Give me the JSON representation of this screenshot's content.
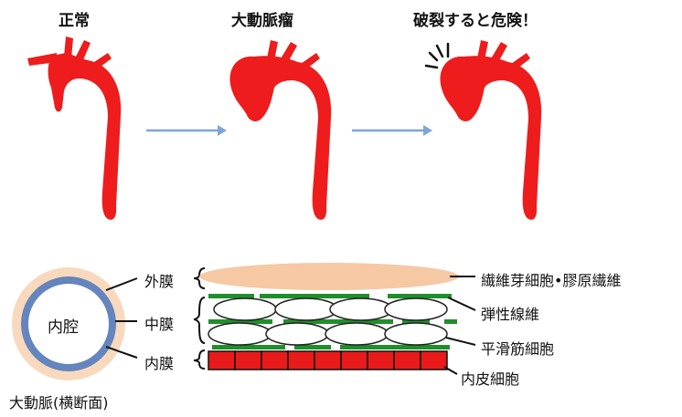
{
  "stages": [
    {
      "title": "正常"
    },
    {
      "title": "大動脈瘤"
    },
    {
      "title": "破裂すると危険！"
    }
  ],
  "cross_section": {
    "lumen_label": "内腔",
    "caption": "大動脈(横断面)"
  },
  "layers": {
    "outer": "外膜",
    "middle": "中膜",
    "inner": "内膜"
  },
  "components": {
    "fibroblast": "繊維芽細胞•膠原繊維",
    "elastic": "弾性線維",
    "smooth_muscle": "平滑筋細胞",
    "endothelial": "内皮細胞"
  },
  "colors": {
    "aorta_red": "#ee1c1c",
    "arrow_blue": "#7ea6d6",
    "adventitia": "#f6c9a4",
    "elastic_green": "#1f8f2b",
    "lumen_ring": "#5b7fb8"
  }
}
